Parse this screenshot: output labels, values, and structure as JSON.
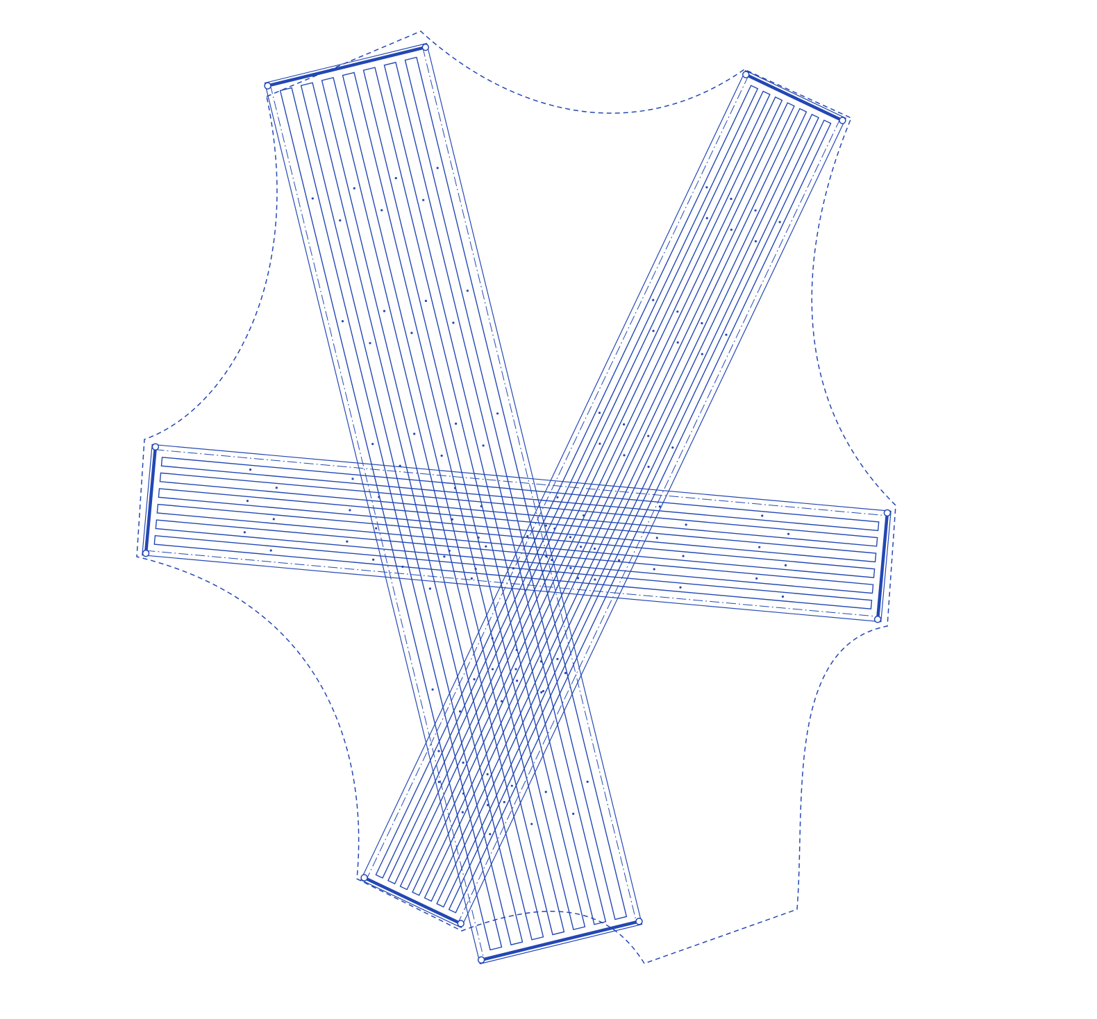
{
  "colors": {
    "background": "#ffffff",
    "line": "#2347b3"
  },
  "drawing": {
    "boundary": {
      "style": "dashed"
    },
    "boards": [
      {
        "name": "board-diagonal-nw-se",
        "slats": 7
      },
      {
        "name": "board-diagonal-ne-sw",
        "slats": 7
      },
      {
        "name": "board-horizontal",
        "slats": 6
      }
    ]
  }
}
